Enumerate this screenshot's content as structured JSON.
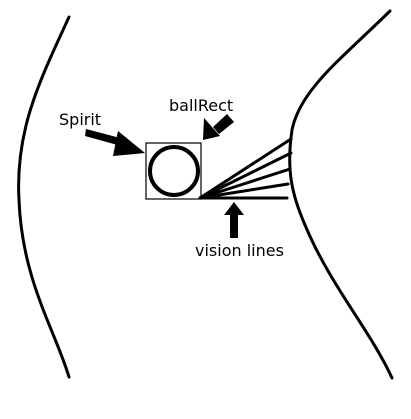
{
  "labels": {
    "spirit": "Spirit",
    "ball_rect": "ballRect",
    "vision_lines": "vision lines"
  },
  "colors": {
    "stroke": "#000000",
    "background": "#ffffff"
  },
  "elements": {
    "left_wall": "left-wall",
    "right_wall": "right-wall",
    "ball": "ball",
    "ball_rect": "ball-rect",
    "vision_line_count": 5
  }
}
